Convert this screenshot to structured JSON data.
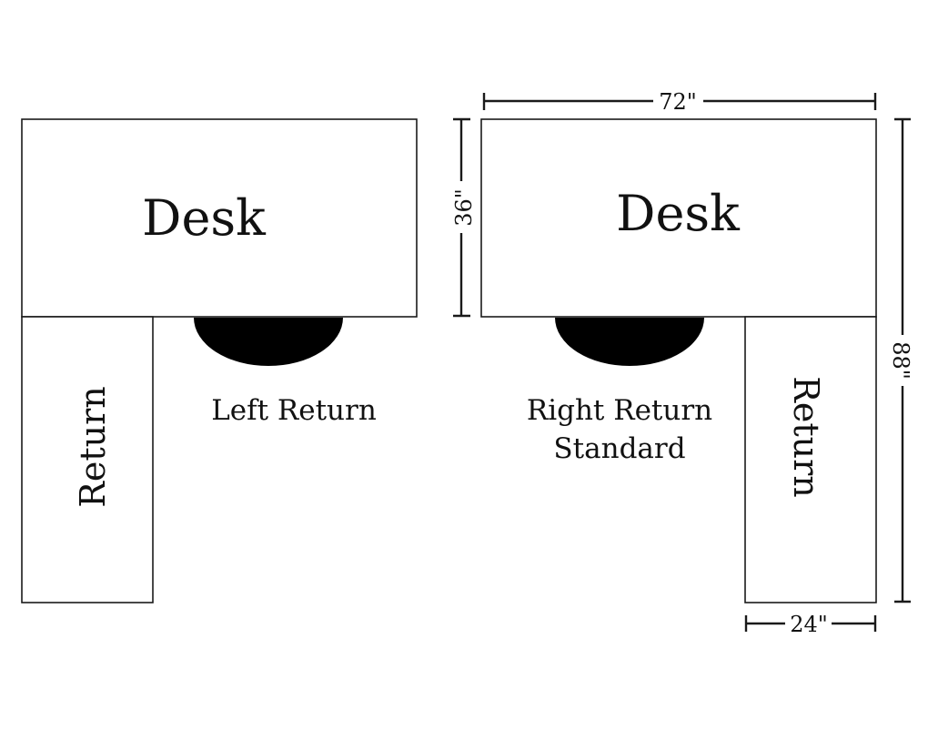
{
  "left_config": {
    "desk_label": "Desk",
    "return_label": "Return",
    "caption": "Left Return"
  },
  "right_config": {
    "desk_label": "Desk",
    "return_label": "Return",
    "caption_line1": "Right Return",
    "caption_line2": "Standard"
  },
  "dimensions": {
    "desk_width": "72\"",
    "desk_depth": "36\"",
    "overall_length": "88\"",
    "return_width": "24\""
  }
}
